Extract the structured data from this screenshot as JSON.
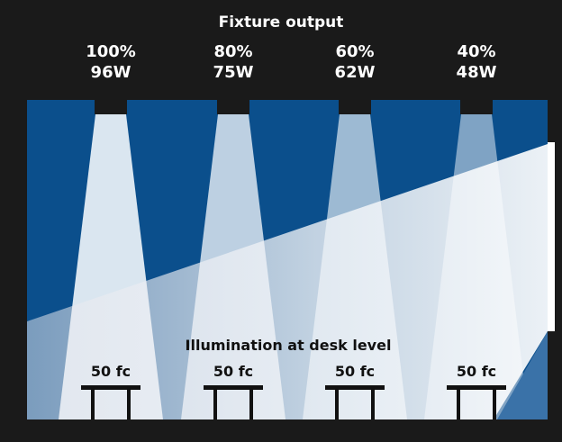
{
  "title": "Fixture output",
  "fixtures": [
    {
      "percent": "100%",
      "watts": "96W",
      "output": 1.0
    },
    {
      "percent": "80%",
      "watts": "75W",
      "output": 0.8
    },
    {
      "percent": "60%",
      "watts": "62W",
      "output": 0.6
    },
    {
      "percent": "40%",
      "watts": "48W",
      "output": 0.4
    }
  ],
  "desk_label": "Illumination at desk level",
  "desks": [
    {
      "value": "50 fc"
    },
    {
      "value": "50 fc"
    },
    {
      "value": "50 fc"
    },
    {
      "value": "50 fc"
    }
  ],
  "colors": {
    "frame": "#1a1a1a",
    "room_blue": "#0b4f8c",
    "beam": "#e6eef6",
    "daylight": "#ffffff"
  }
}
